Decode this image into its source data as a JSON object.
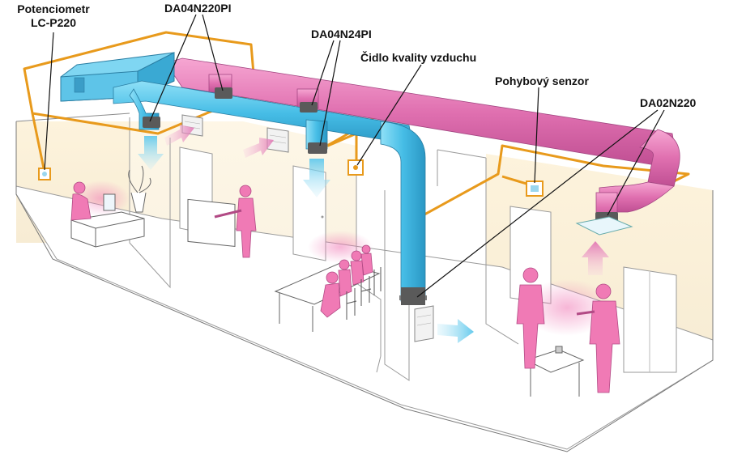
{
  "labels": {
    "potentiometer_line1": "Potenciometr",
    "potentiometer_line2": "LC-P220",
    "da04n220pi": "DA04N220PI",
    "da04n24pi": "DA04N24PI",
    "air_quality_sensor": "Čidlo kvality vzduchu",
    "motion_sensor": "Pohybový senzor",
    "da02n220": "DA02N220"
  },
  "colors": {
    "supply_duct": "#4fc3e8",
    "exhaust_duct": "#e070b0",
    "control_wire": "#e89a1c",
    "wall_tint": "#fbf1d9",
    "person": "#f07ab5"
  }
}
